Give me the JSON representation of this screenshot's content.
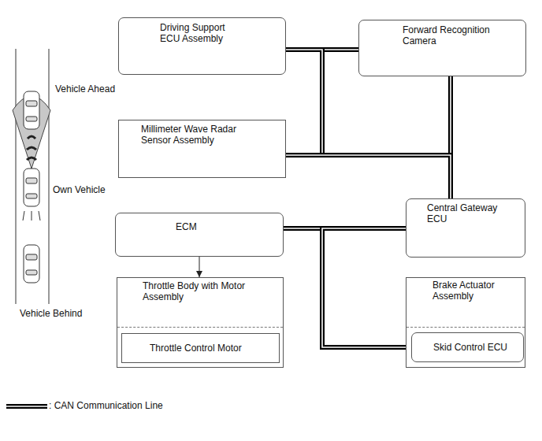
{
  "diagram": {
    "nodes": [
      {
        "text": [
          "Driving Support ECU Assembly"
        ]
      },
      {
        "text": [
          "Forward Recognition Camera"
        ]
      },
      {
        "text": [
          "Millimeter Wave Radar Sensor Assembly"
        ]
      },
      {
        "text": [
          "Central Gateway ECU"
        ]
      },
      {
        "text": [
          "ECM"
        ]
      },
      {
        "text": [
          "Throttle Body with Motor Assembly"
        ]
      },
      {
        "text": [
          "Throttle Control Motor"
        ],
        "in": 5
      },
      {
        "text": [
          "Brake Actuator Assembly"
        ]
      },
      {
        "text": [
          "Skid Control ECU"
        ],
        "in": 7
      }
    ],
    "edges": [
      {
        "from": 0,
        "to": 1,
        "arrow": "none"
      },
      {
        "from": 0,
        "to": 3,
        "arrow": "none"
      },
      {
        "from": 1,
        "to": 3,
        "arrow": "none"
      },
      {
        "from": 2,
        "to": 3,
        "arrow": "none"
      },
      {
        "from": 3,
        "to": 4,
        "arrow": "none"
      },
      {
        "from": 3,
        "to": 8,
        "arrow": "none"
      },
      {
        "from": 4,
        "to": 5,
        "arrow": "to"
      }
    ],
    "labels": [
      "Vehicle Ahead",
      "Own Vehicle",
      "Vehicle Behind"
    ],
    "legend": [
      {
        "text": ": CAN Communication Line"
      }
    ]
  }
}
